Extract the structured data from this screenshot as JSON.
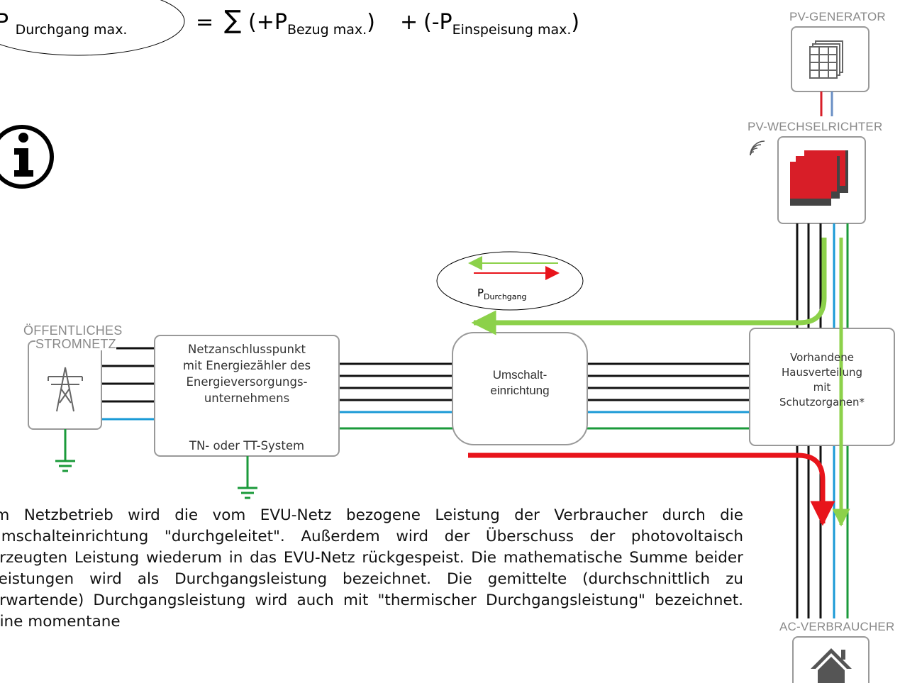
{
  "formula": {
    "lhs_sub": "Durchgang max.",
    "equals": "=",
    "sum_symbol": "∑",
    "open1": "(+P",
    "sub1": "Bezug max.",
    "close1": ")",
    "plus": "+",
    "open2": "(-P",
    "sub2": "Einspeisung max.",
    "close2": ")"
  },
  "labels": {
    "pv_generator": "PV-GENERATOR",
    "pv_inverter": "PV-WECHSELRICHTER",
    "public_grid_line1": "ÖFFENTLICHES",
    "public_grid_line2": "STROMNETZ",
    "ac_consumer": "AC-VERBRAUCHER"
  },
  "boxes": {
    "grid_connection": [
      "Netzanschlusspunkt",
      "mit Energiezähler des",
      "Energieversorgungs-",
      "unternehmens"
    ],
    "grid_system": "TN- oder TT-System",
    "switch_line1": "Umschalt-",
    "switch_line2": "einrichtung",
    "distribution": [
      "Vorhandene",
      "Hausverteilung",
      "mit",
      "Schutzorganen*"
    ]
  },
  "legend": {
    "p_main": "P",
    "p_sub": "Durchgang"
  },
  "colors": {
    "green_arrow": "#8cd14a",
    "red_arrow": "#e8141b",
    "wire_blue": "#1a9ad6",
    "wire_green": "#1a9a3a",
    "inverter_red": "#d81e28"
  },
  "icons": [
    "info-icon",
    "solar-panel-icon",
    "inverter-icon",
    "wifi-icon",
    "power-pylon-icon",
    "ground-icon",
    "house-icon"
  ],
  "paragraph": "Im Netzbetrieb wird die vom EVU-Netz bezogene Leistung der Verbraucher durch die Umschalteinrichtung \"durchgeleitet\". Außerdem wird der Überschuss der photovoltaisch erzeugten Leistung wiederum in das EVU-Netz rückgespeist. Die mathematische Summe beider Leistungen wird als Durchgangsleistung bezeichnet. Die gemittelte (durchschnittlich zu erwartende) Durchgangsleistung wird auch mit \"thermischer Durchgangsleistung\" bezeichnet. Eine momentane"
}
